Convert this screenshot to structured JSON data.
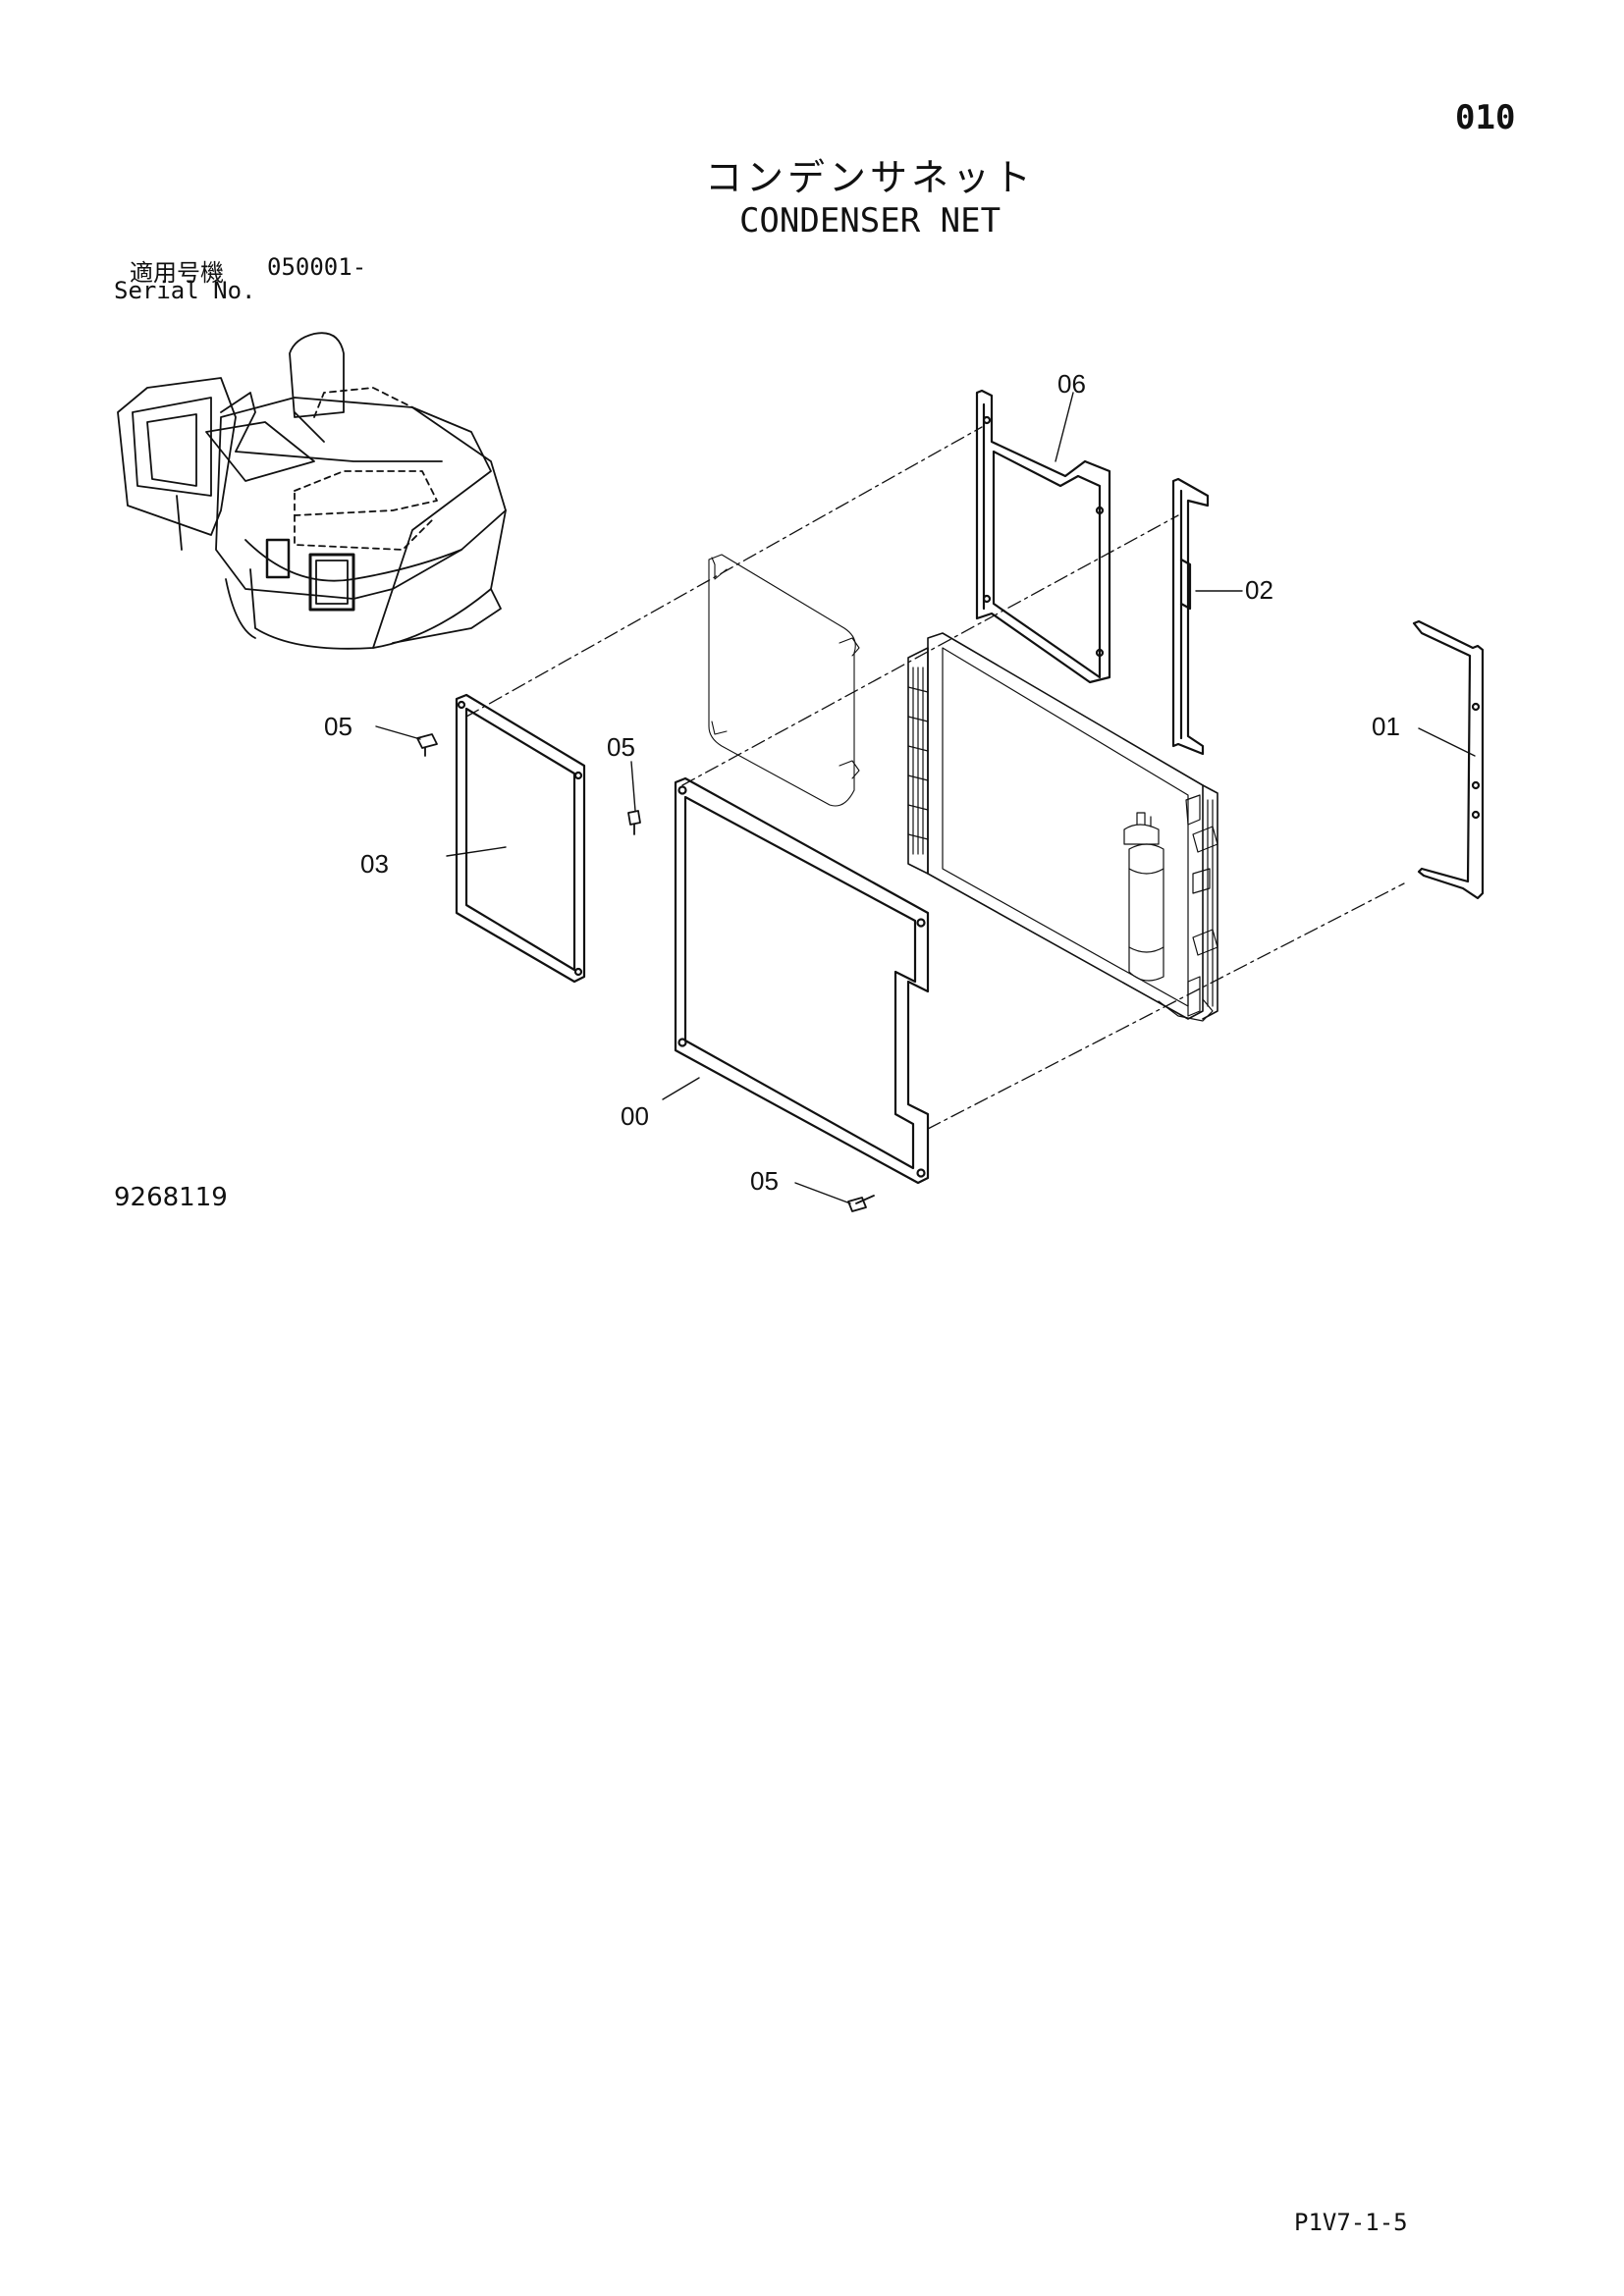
{
  "header": {
    "page_number": "010",
    "title_jp": "コンデンサネット",
    "title_en": "CONDENSER NET",
    "serial_label_jp": "適用号機",
    "serial_value": "050001-",
    "serial_label_en": "Serial No."
  },
  "callouts": {
    "p00": "00",
    "p01": "01",
    "p02": "02",
    "p03": "03",
    "p05a": "05",
    "p05b": "05",
    "p05c": "05",
    "p06": "06"
  },
  "footer": {
    "drawing_number": "9268119",
    "page_code": "P1V7-1-5"
  }
}
